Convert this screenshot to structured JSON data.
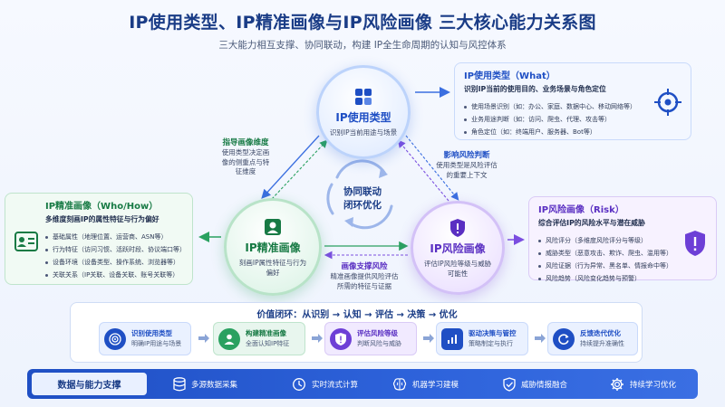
{
  "header": {
    "title": "IP使用类型、IP精准画像与IP风险画像 三大核心能力关系图",
    "subtitle": "三大能力相互支撑、协同联动，构建 IP全生命周期的认知与风控体系"
  },
  "nodes": {
    "usage": {
      "title": "IP使用类型",
      "desc": "识别IP当前用途与场景",
      "icon": "apps-grid-icon",
      "color": "#1f4fc4"
    },
    "profile": {
      "title": "IP精准画像",
      "desc": "刻画IP属性特征与行为偏好",
      "icon": "user-profile-icon",
      "color": "#177a44"
    },
    "risk": {
      "title": "IP风险画像",
      "desc": "评估IP风险等级与威胁可能性",
      "icon": "shield-alert-icon",
      "color": "#5a2fc2"
    }
  },
  "edges": {
    "guide": {
      "head": "指导画像维度",
      "desc": "使用类型决定画像的侧重点与特征维度"
    },
    "impact": {
      "head": "影响风险判断",
      "desc": "使用类型是风险评估的重要上下文"
    },
    "support": {
      "head": "画像支撑风险",
      "desc": "精准画像提供风险评估所需的特征与证据"
    }
  },
  "center": {
    "label": "协同联动闭环优化"
  },
  "cards": {
    "usage": {
      "title": "IP使用类型（What）",
      "desc": "识别IP当前的使用目的、业务场景与角色定位",
      "icon": "target-icon",
      "items": [
        "使用场景识别（如：办公、家庭、数据中心、移动网络等）",
        "业务用途判断（如：访问、爬虫、代理、攻击等）",
        "角色定位（如：终端用户、服务器、Bot等）"
      ]
    },
    "profile": {
      "title": "IP精准画像（Who/How）",
      "desc": "多维度刻画IP的属性特征与行为偏好",
      "icon": "id-card-icon",
      "items": [
        "基础属性（地理位置、运营商、ASN等）",
        "行为特征（访问习惯、活跃时段、协议端口等）",
        "设备环境（设备类型、操作系统、浏览器等）",
        "关联关系（IP关联、设备关联、账号关联等）"
      ]
    },
    "risk": {
      "title": "IP风险画像（Risk）",
      "desc": "综合评估IP的风险水平与潜在威胁",
      "icon": "warning-shield-icon",
      "items": [
        "风险评分（多维度风险评分与等级）",
        "威胁类型（恶意攻击、欺诈、爬虫、滥用等）",
        "风险证据（行为异常、黑名单、情报命中等）",
        "风险趋势（风险变化趋势与预警）"
      ]
    }
  },
  "loop": {
    "title": "价值闭环：从识别 → 认知 → 评估 → 决策 → 优化",
    "steps": [
      {
        "name": "识别使用类型",
        "desc": "明确IP用途与场景",
        "icon": "radar-icon",
        "color": "#1f4fc4",
        "bg": "#eaf1ff"
      },
      {
        "name": "构建精准画像",
        "desc": "全面认知IP特征",
        "icon": "user-profile-icon",
        "color": "#177a44",
        "bg": "#e8f6ee"
      },
      {
        "name": "评估风险等级",
        "desc": "判断风险与威胁",
        "icon": "shield-alert-icon",
        "color": "#5a2fc2",
        "bg": "#f1eaff"
      },
      {
        "name": "驱动决策与管控",
        "desc": "策略制定与执行",
        "icon": "chart-icon",
        "color": "#1f4fc4",
        "bg": "#eaf1ff"
      },
      {
        "name": "反馈迭代优化",
        "desc": "持续提升准确性",
        "icon": "refresh-icon",
        "color": "#1f4fc4",
        "bg": "#eaf1ff"
      }
    ]
  },
  "footer": {
    "tag": "数据与能力支撑",
    "items": [
      {
        "label": "多源数据采集",
        "icon": "database-icon"
      },
      {
        "label": "实时流式计算",
        "icon": "clock-icon"
      },
      {
        "label": "机器学习建模",
        "icon": "brain-icon"
      },
      {
        "label": "威胁情报融合",
        "icon": "shield-check-icon"
      },
      {
        "label": "持续学习优化",
        "icon": "gear-icon"
      }
    ]
  }
}
